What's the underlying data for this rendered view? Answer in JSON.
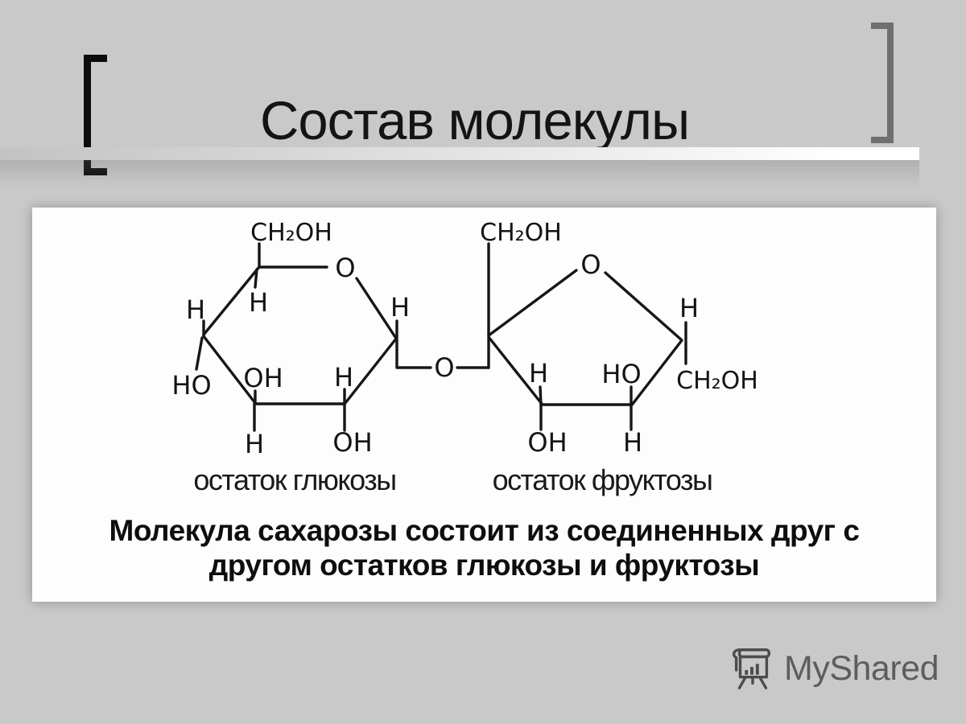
{
  "header": {
    "title": "Состав молекулы"
  },
  "molecule": {
    "atom_labels": {
      "ch2oh": "CH₂OH",
      "o": "O",
      "h": "H",
      "oh": "OH",
      "ho": "HO"
    },
    "glucose_residue_label": "остаток глюкозы",
    "fructose_residue_label": "остаток фруктозы"
  },
  "caption": {
    "line1": "Молекула сахарозы состоит из соединенных друг с",
    "line2": "другом остатков глюкозы и фруктозы"
  },
  "watermark": {
    "brand": "MyShared"
  },
  "colors": {
    "background": "#c9c9c9",
    "ink": "#161616",
    "watermark": "#5d5d5d"
  }
}
